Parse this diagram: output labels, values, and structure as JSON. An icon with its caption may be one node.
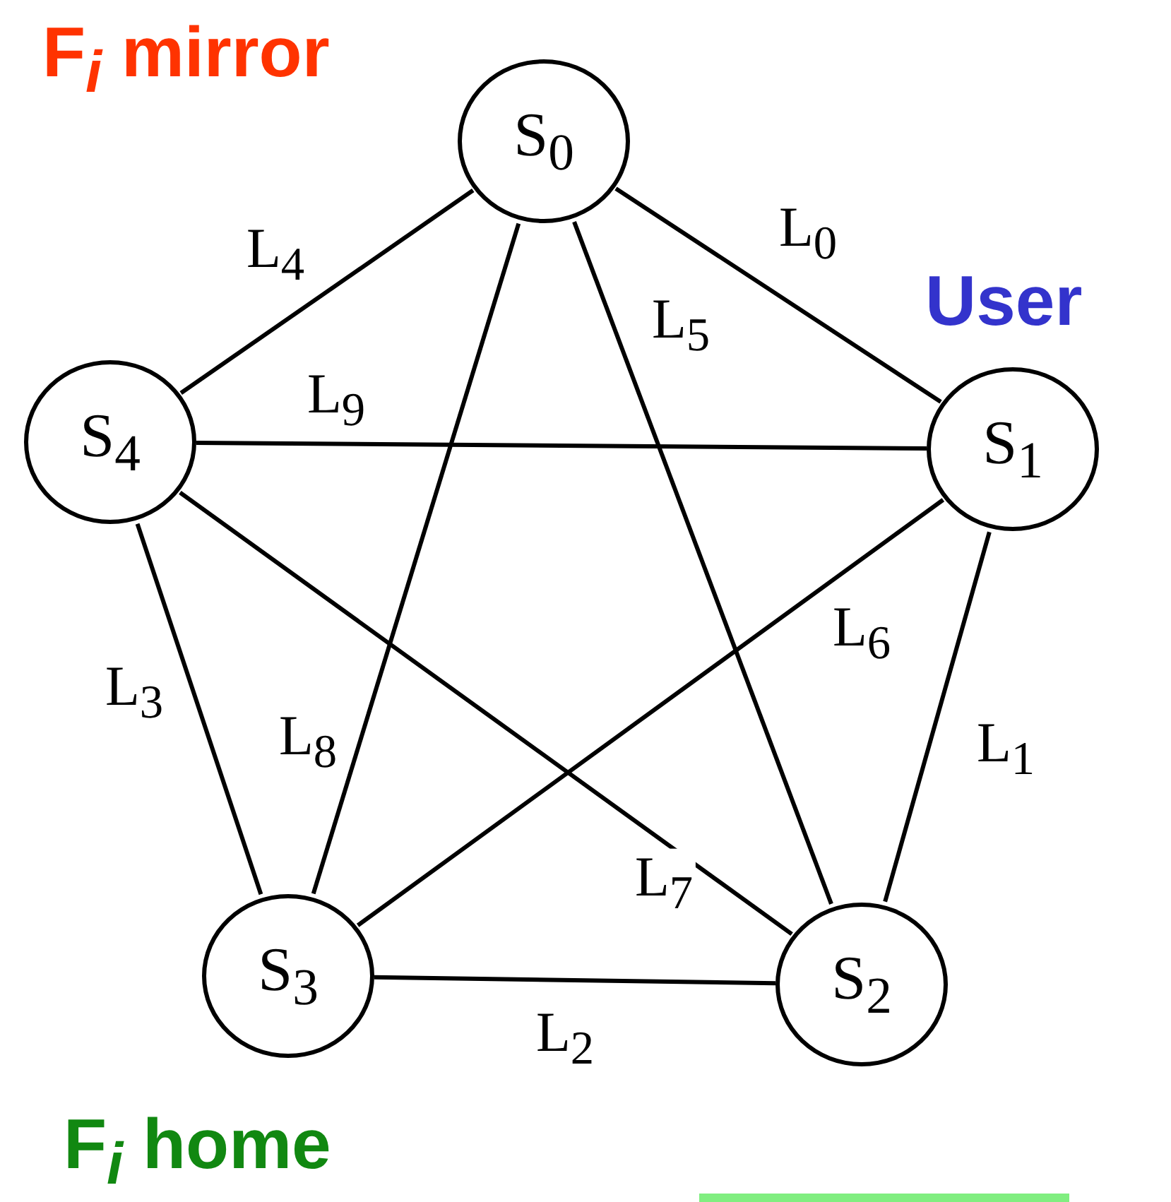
{
  "diagram": {
    "nodes": [
      {
        "text": [
          "S$_{0}$"
        ],
        "beside": [
          "F$_{i}$ mirror"
        ]
      },
      {
        "text": [
          "S$_{1}$"
        ],
        "beside": [
          "User"
        ]
      },
      {
        "text": [
          "S$_{2}$"
        ]
      },
      {
        "text": [
          "S$_{3}$"
        ],
        "beside": [
          "F$_{i}$ home"
        ]
      },
      {
        "text": [
          "S$_{4}$"
        ]
      }
    ],
    "edges": [
      {
        "from": 0,
        "to": 1,
        "arrow": "none",
        "label": "L$_{0}$"
      },
      {
        "from": 1,
        "to": 2,
        "arrow": "none",
        "label": "L$_{1}$"
      },
      {
        "from": 2,
        "to": 3,
        "arrow": "none",
        "label": "L$_{2}$"
      },
      {
        "from": 3,
        "to": 4,
        "arrow": "none",
        "label": "L$_{3}$"
      },
      {
        "from": 4,
        "to": 0,
        "arrow": "none",
        "label": "L$_{4}$"
      },
      {
        "from": 0,
        "to": 2,
        "arrow": "none",
        "label": "L$_{5}$"
      },
      {
        "from": 1,
        "to": 3,
        "arrow": "none",
        "label": "L$_{6}$"
      },
      {
        "from": 4,
        "to": 2,
        "arrow": "none",
        "label": "L$_{7}$"
      },
      {
        "from": 0,
        "to": 3,
        "arrow": "none",
        "label": "L$_{8}$"
      },
      {
        "from": 4,
        "to": 1,
        "arrow": "none",
        "label": "L$_{9}$"
      }
    ]
  }
}
